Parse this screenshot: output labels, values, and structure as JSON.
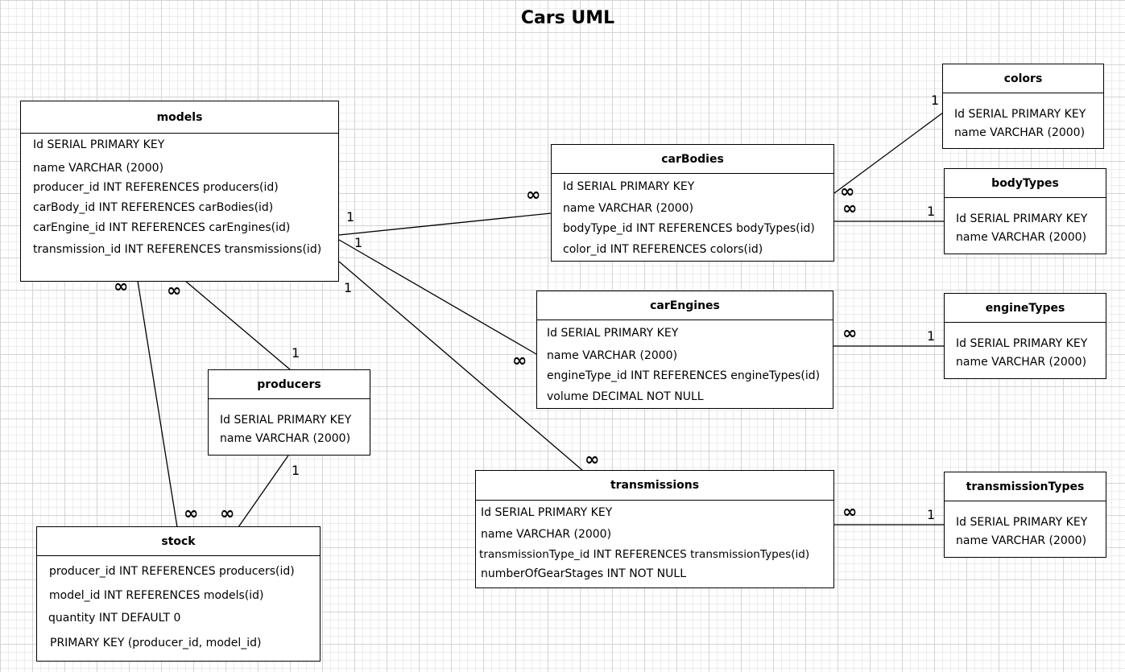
{
  "title": "Cars UML",
  "entities": {
    "models": {
      "name": "models",
      "fields": [
        "Id SERIAL PRIMARY KEY",
        "name VARCHAR (2000)",
        "producer_id INT REFERENCES producers(id)",
        "carBody_id INT REFERENCES carBodies(id)",
        "carEngine_id INT REFERENCES carEngines(id)",
        "transmission_id INT REFERENCES transmissions(id)"
      ]
    },
    "carBodies": {
      "name": "carBodies",
      "fields": [
        "Id SERIAL PRIMARY KEY",
        "name VARCHAR (2000)",
        "bodyType_id INT REFERENCES bodyTypes(id)",
        "color_id INT REFERENCES colors(id)"
      ]
    },
    "colors": {
      "name": "colors",
      "fields": [
        "Id SERIAL PRIMARY KEY",
        "name VARCHAR (2000)"
      ]
    },
    "bodyTypes": {
      "name": "bodyTypes",
      "fields": [
        "Id SERIAL PRIMARY KEY",
        "name VARCHAR (2000)"
      ]
    },
    "carEngines": {
      "name": "carEngines",
      "fields": [
        "Id SERIAL PRIMARY KEY",
        "name VARCHAR (2000)",
        "engineType_id INT REFERENCES engineTypes(id)",
        "volume DECIMAL NOT NULL"
      ]
    },
    "engineTypes": {
      "name": "engineTypes",
      "fields": [
        "Id SERIAL PRIMARY KEY",
        "name VARCHAR (2000)"
      ]
    },
    "producers": {
      "name": "producers",
      "fields": [
        "Id SERIAL PRIMARY KEY",
        "name VARCHAR (2000)"
      ]
    },
    "transmissions": {
      "name": "transmissions",
      "fields": [
        "Id SERIAL PRIMARY KEY",
        "name VARCHAR (2000)",
        "transmissionType_id INT REFERENCES transmissionTypes(id)",
        "numberOfGearStages INT NOT NULL"
      ]
    },
    "transmissionTypes": {
      "name": "transmissionTypes",
      "fields": [
        "Id SERIAL PRIMARY KEY",
        "name VARCHAR (2000)"
      ]
    },
    "stock": {
      "name": "stock",
      "fields": [
        "producer_id INT REFERENCES producers(id)",
        "model_id INT REFERENCES models(id)",
        "quantity INT DEFAULT 0",
        "PRIMARY KEY (producer_id, model_id)"
      ]
    }
  },
  "cardinality": {
    "one": "1",
    "many": "∞"
  }
}
